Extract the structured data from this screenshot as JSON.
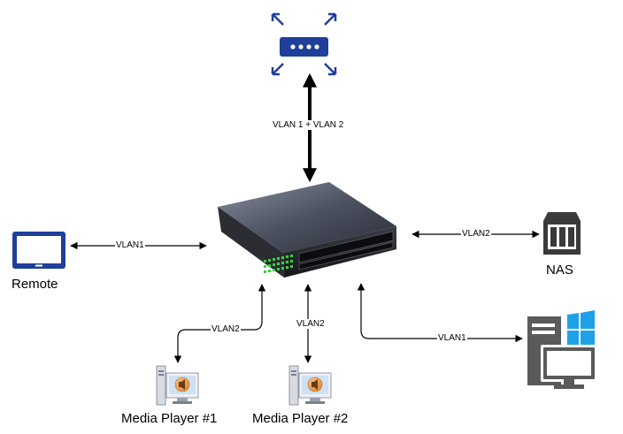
{
  "links": {
    "router_switch": "VLAN 1 + VLAN 2",
    "remote_switch": "VLAN1",
    "nas_switch": "VLAN2",
    "player1_switch": "VLAN2",
    "player2_switch": "VLAN2",
    "pc_switch": "VLAN1"
  },
  "devices": {
    "remote": "Remote",
    "nas": "NAS",
    "player1": "Media Player #1",
    "player2": "Media Player #2"
  },
  "icons": {
    "router": "router-icon",
    "switch": "network-switch-icon",
    "tablet": "tablet-icon",
    "nas": "nas-icon",
    "media_player": "media-player-icon",
    "windows_pc": "windows-pc-icon"
  },
  "colors": {
    "router_blue": "#1f3f9a",
    "tablet_blue": "#1f3f9a",
    "pc_gray": "#5a5a5a",
    "windows_blue": "#1fa1e8",
    "switch_led": "#3ad13a"
  }
}
